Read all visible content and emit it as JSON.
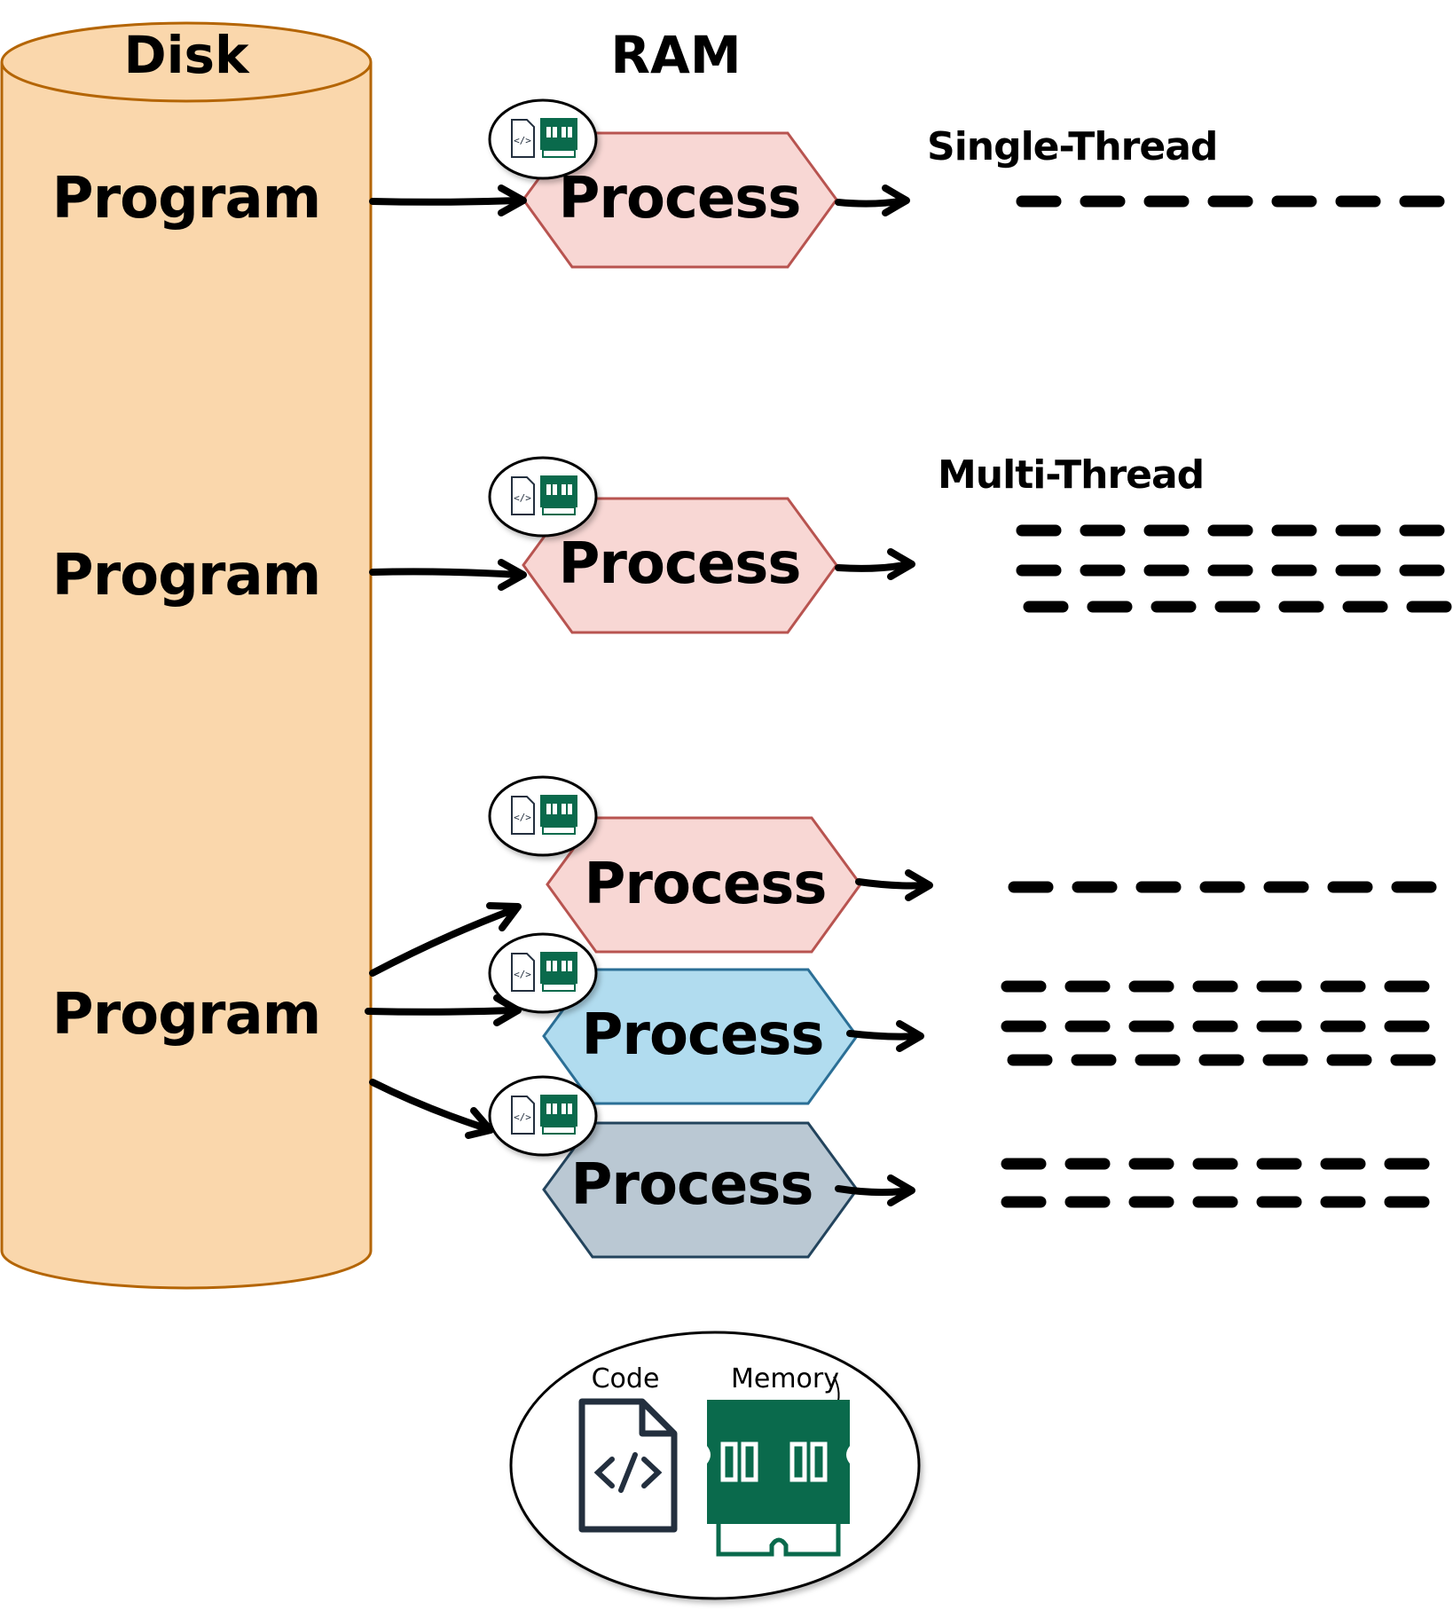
{
  "disk": {
    "label": "Disk"
  },
  "ram": {
    "label": "RAM"
  },
  "programs": [
    {
      "label": "Program"
    },
    {
      "label": "Program"
    },
    {
      "label": "Program"
    }
  ],
  "processes": [
    {
      "label": "Process",
      "fill": "#f8d7d4",
      "stroke": "#b85450"
    },
    {
      "label": "Process",
      "fill": "#f8d7d4",
      "stroke": "#b85450"
    },
    {
      "label": "Process",
      "fill": "#f8d7d4",
      "stroke": "#b85450"
    },
    {
      "label": "Process",
      "fill": "#b1dcef",
      "stroke": "#2b6f96"
    },
    {
      "label": "Process",
      "fill": "#bac8d3",
      "stroke": "#23445d"
    }
  ],
  "threads": {
    "single_label": "Single-Thread",
    "multi_label": "Multi-Thread"
  },
  "legend": {
    "code_label": "Code",
    "memory_label": "Memory"
  },
  "colors": {
    "disk_fill": "#fad7ac",
    "disk_stroke": "#b46504",
    "memory_chip": "#0a6a4c",
    "code_icon": "#232f3e"
  }
}
